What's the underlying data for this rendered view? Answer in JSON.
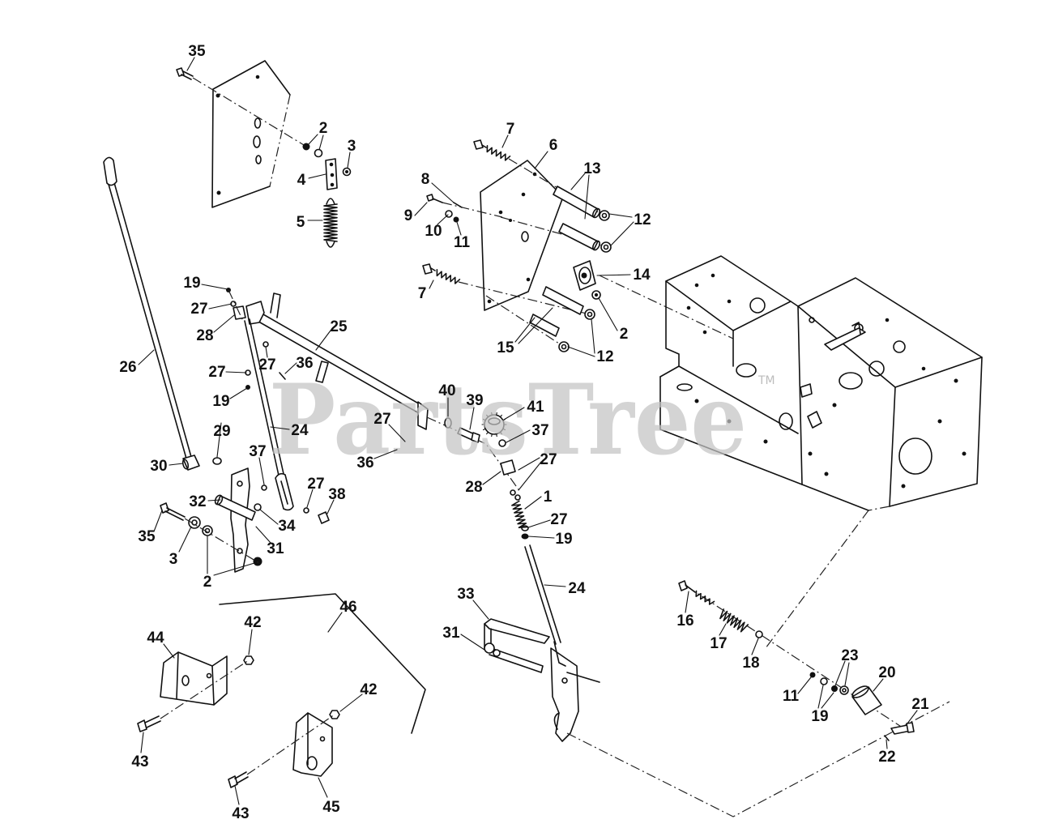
{
  "watermark": {
    "text": "PartsTree",
    "trademark": "TM"
  },
  "colors": {
    "ink": "#111111",
    "watermark": "#c4c4c4",
    "background": "#ffffff"
  },
  "callouts": [
    "35",
    "2",
    "3",
    "4",
    "5",
    "7",
    "6",
    "13",
    "8",
    "9",
    "12",
    "10",
    "11",
    "14",
    "7",
    "2",
    "15",
    "12",
    "19",
    "27",
    "28",
    "25",
    "26",
    "27",
    "36",
    "27",
    "19",
    "24",
    "29",
    "30",
    "37",
    "27",
    "38",
    "32",
    "34",
    "35",
    "31",
    "3",
    "2",
    "40",
    "39",
    "41",
    "27",
    "37",
    "36",
    "27",
    "28",
    "1",
    "27",
    "19",
    "24",
    "33",
    "31",
    "46",
    "44",
    "42",
    "42",
    "43",
    "43",
    "45",
    "16",
    "17",
    "18",
    "23",
    "20",
    "11",
    "19",
    "21",
    "22"
  ]
}
